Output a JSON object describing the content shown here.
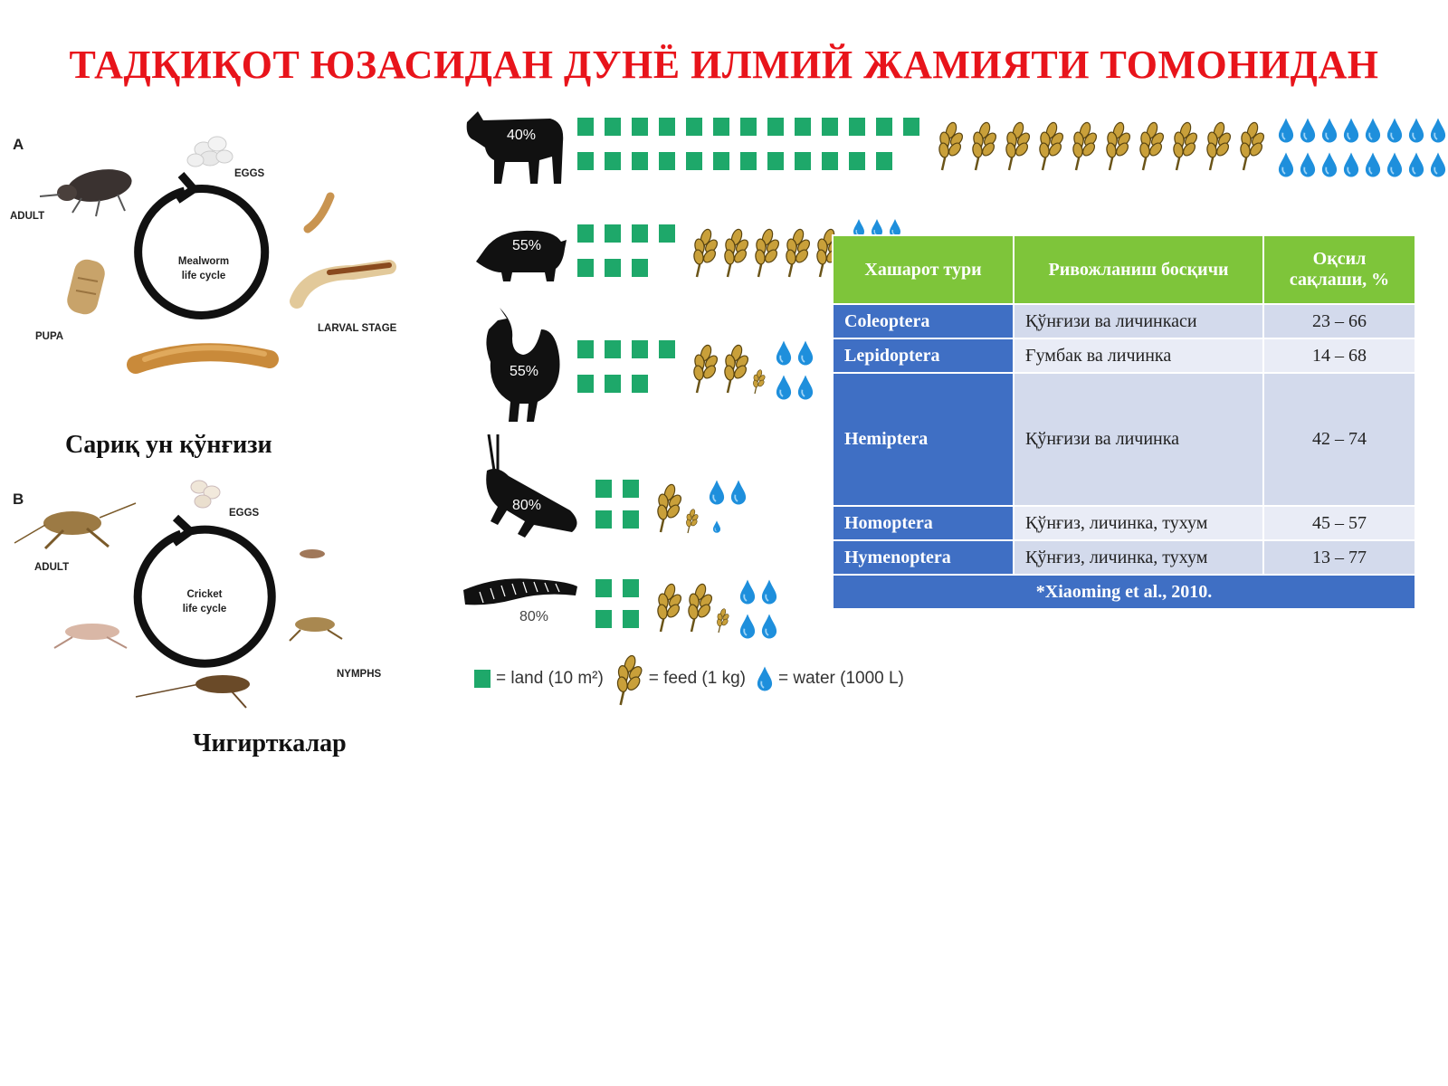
{
  "title": "ТАДҚИҚОТ ЮЗАСИДАН ДУНЁ ИЛМИЙ ЖАМИЯТИ ТОМОНИДАН",
  "mealworm": {
    "panel": "A",
    "center_line1": "Mealworm",
    "center_line2": "life cycle",
    "stages": {
      "eggs": "EGGS",
      "adult": "ADULT",
      "larval": "LARVAL STAGE",
      "pupa": "PUPA"
    },
    "caption": "Сариқ ун қўнғизи"
  },
  "cricket": {
    "panel": "B",
    "center_line1": "Cricket",
    "center_line2": "life cycle",
    "stages": {
      "eggs": "EGGS",
      "adult": "ADULT",
      "nymphs": "NYMPHS"
    },
    "caption": "Чигирткалар"
  },
  "infographic": {
    "rows": [
      {
        "animal": "cow-icon",
        "percent": "40%",
        "land": 25,
        "feed": 10,
        "water": 16
      },
      {
        "animal": "pig-icon",
        "percent": "55%",
        "land": 7,
        "feed": 5,
        "water": 3
      },
      {
        "animal": "chicken-icon",
        "percent": "55%",
        "land": 7,
        "feed": 2.5,
        "water": 4
      },
      {
        "animal": "cricket-icon",
        "percent": "80%",
        "land": 4,
        "feed": 1.5,
        "water": 2.5
      },
      {
        "animal": "mealworm-icon",
        "percent": "80%",
        "land": 4,
        "feed": 2.5,
        "water": 4.5
      }
    ],
    "legend": {
      "land": "= land (10 m²)",
      "feed": "= feed (1 kg)",
      "water": "= water (1000 L)"
    },
    "colors": {
      "land": "#1ea86a",
      "feed": "#b08a2e",
      "water": "#1e8fdc"
    }
  },
  "table": {
    "headers": [
      "Хашарот тури",
      "Ривожланиш босқичи",
      "Оқсил сақлаши, %"
    ],
    "rows": [
      {
        "name": "Coleoptera",
        "stage": "Қўнғизи ва личинкаси",
        "value": "23 – 66"
      },
      {
        "name": "Lepidoptera",
        "stage": "Ғумбак ва личинка",
        "value": "14 – 68"
      },
      {
        "name": "Hemiptera",
        "stage": "Қўнғизи ва личинка",
        "value": "42 – 74"
      },
      {
        "name": "Homoptera",
        "stage": "Қўнғиз, личинка, тухум",
        "value": "45 – 57"
      },
      {
        "name": "Hymenoptera",
        "stage": "Қўнғиз, личинка, тухум",
        "value": "13 – 77"
      }
    ],
    "note": "*Xiaoming et al., 2010.",
    "colors": {
      "header": "#7ec53a",
      "name_cell": "#3f6fc4",
      "body": "#d3daec"
    }
  }
}
